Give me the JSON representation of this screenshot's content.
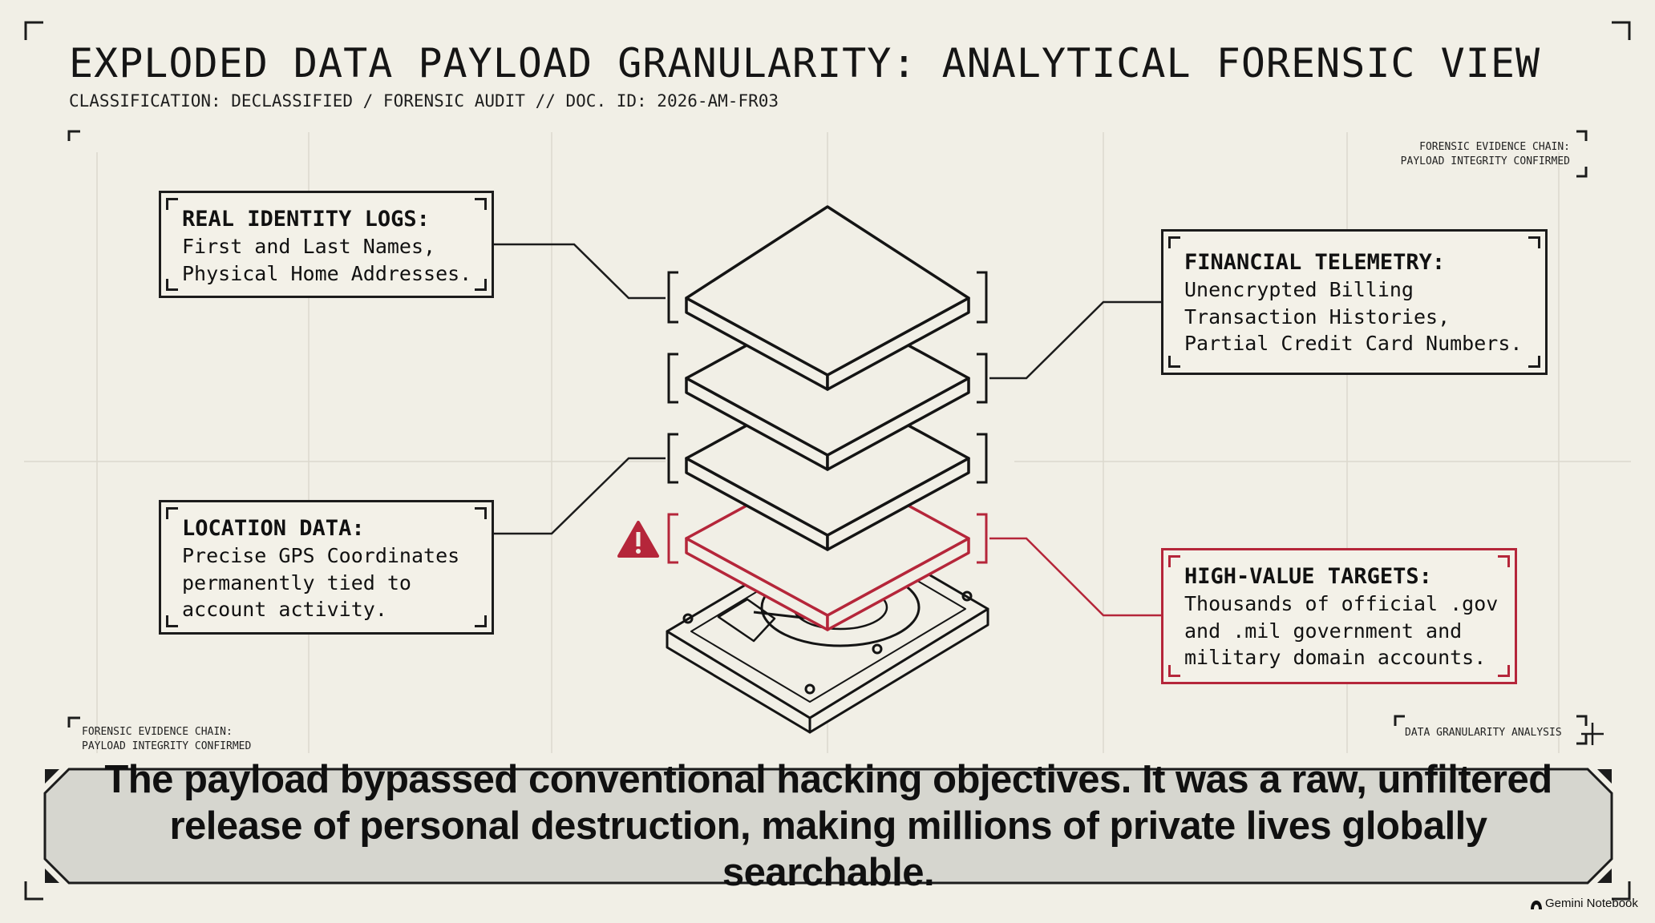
{
  "header": {
    "title": "EXPLODED DATA PAYLOAD GRANULARITY: ANALYTICAL FORENSIC VIEW",
    "subtitle": "CLASSIFICATION: DECLASSIFIED / FORENSIC AUDIT // DOC. ID: 2026-AM-FR03"
  },
  "notes": {
    "top_right": [
      "FORENSIC EVIDENCE CHAIN:",
      "PAYLOAD INTEGRITY CONFIRMED"
    ],
    "bottom_left": [
      "FORENSIC EVIDENCE CHAIN:",
      "PAYLOAD INTEGRITY CONFIRMED"
    ],
    "bottom_right": "DATA GRANULARITY ANALYSIS"
  },
  "callouts": {
    "identity": {
      "head": "REAL IDENTITY LOGS:",
      "lines": [
        "First and Last Names,",
        "Physical Home Addresses."
      ]
    },
    "financial": {
      "head": "FINANCIAL TELEMETRY:",
      "lines": [
        "Unencrypted Billing",
        "Transaction Histories,",
        "Partial Credit Card Numbers."
      ]
    },
    "location": {
      "head": "LOCATION DATA:",
      "lines": [
        "Precise GPS Coordinates",
        "permanently tied to",
        "account activity."
      ]
    },
    "targets": {
      "head": "HIGH-VALUE TARGETS:",
      "lines": [
        "Thousands of official .gov",
        "and .mil government and",
        "military domain accounts."
      ]
    }
  },
  "caption": {
    "text": "The payload bypassed conventional hacking objectives. It was a raw, unfiltered release of personal destruction, making millions of private lives globally searchable."
  },
  "brand": {
    "label": "Gemini Notebook"
  },
  "colors": {
    "background": "#f1efe6",
    "ink": "#1c1c1c",
    "alert": "#b5263a",
    "caption_fill": "#d6d6cf"
  },
  "icons": [
    "warning-icon",
    "hard-drive-icon",
    "crosshair-icon",
    "notebook-logo-icon"
  ]
}
